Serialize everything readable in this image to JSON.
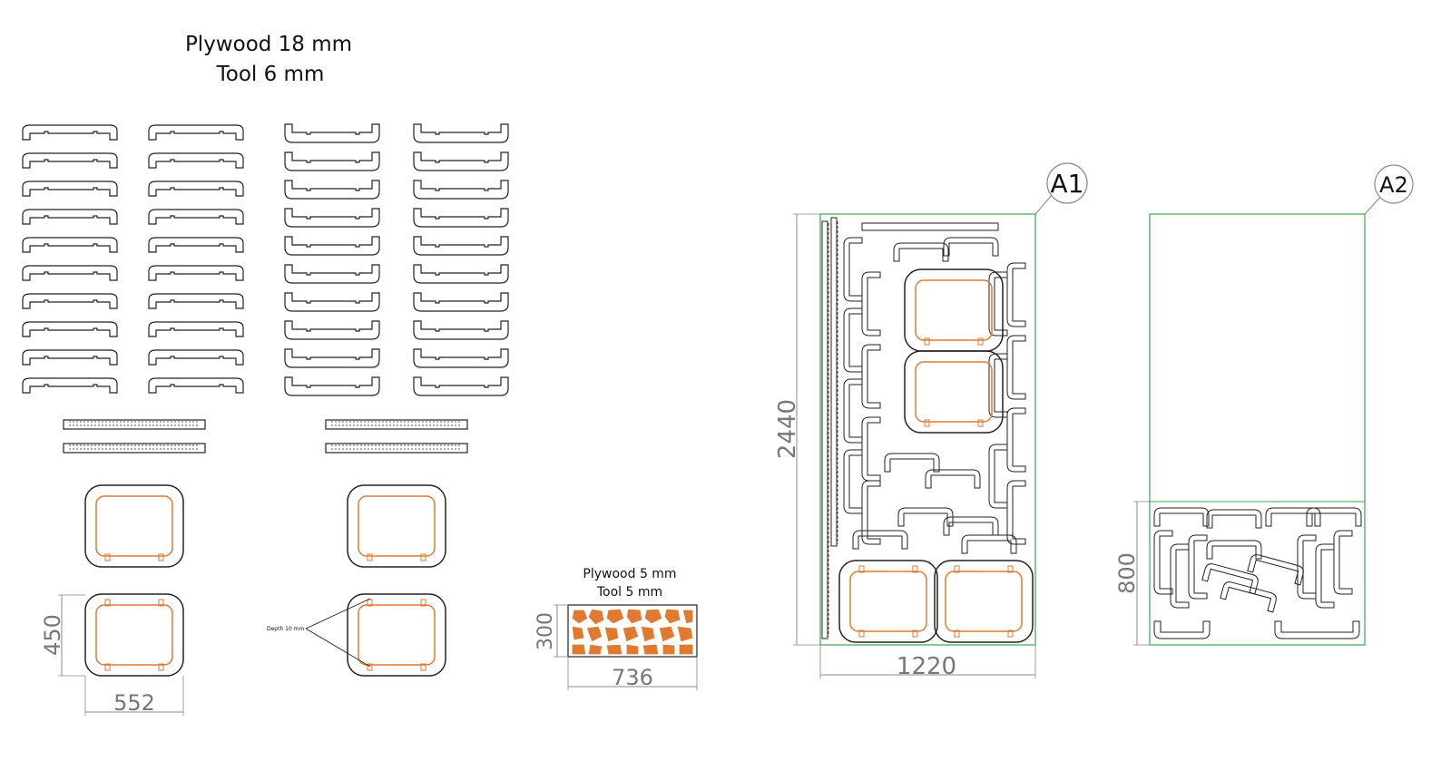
{
  "header": {
    "material_line": "Plywood 18 mm",
    "tool_line": "Tool 6 mm"
  },
  "parts": {
    "legs_columns": 4,
    "legs_per_column": 10,
    "slats": 4,
    "frames": 4
  },
  "annotation": {
    "depth_note": "Depth 10 mm"
  },
  "dimensions": {
    "frame_height": "450",
    "frame_width": "552",
    "panel_height": "300",
    "panel_width": "736",
    "sheet_a1_height": "2440",
    "sheet_a1_width": "1220",
    "sheet_a2_height": "800"
  },
  "panel": {
    "material_line": "Plywood 5 mm",
    "tool_line": "Tool 5 mm"
  },
  "sheets": {
    "a1_label": "A1",
    "a2_label": "A2"
  },
  "colors": {
    "outline": "#222222",
    "cut_inner": "#e07a30",
    "sheet_border": "#3aa84a",
    "dimension": "#888888"
  }
}
